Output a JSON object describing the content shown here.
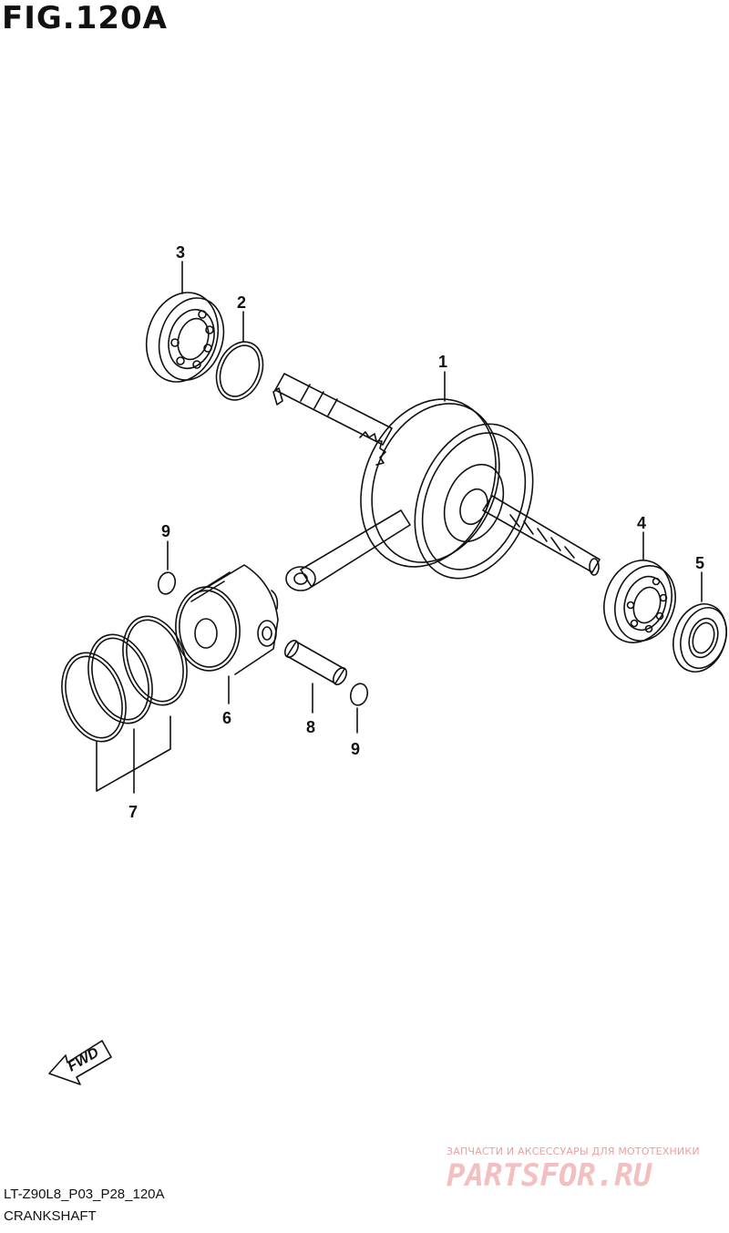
{
  "figure": {
    "title": "FIG.120A",
    "code": "LT-Z90L8_P03_P28_120A",
    "name": "CRANKSHAFT"
  },
  "callouts": {
    "c1": "1",
    "c2": "2",
    "c3": "3",
    "c4": "4",
    "c5": "5",
    "c6": "6",
    "c7": "7",
    "c8": "8",
    "c9a": "9",
    "c9b": "9"
  },
  "direction_arrow": {
    "label": "FWD"
  },
  "watermark": {
    "tagline": "ЗАПЧАСТИ И АКСЕССУАРЫ ДЛЯ МОТОТЕХНИКИ",
    "logo": "PARTSFOR.RU"
  }
}
